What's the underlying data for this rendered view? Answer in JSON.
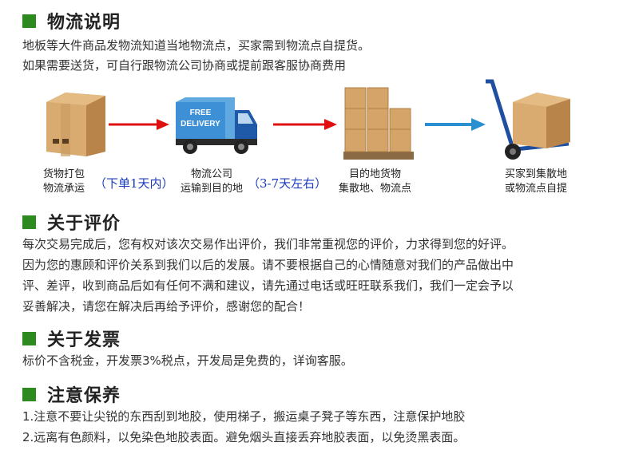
{
  "logistics": {
    "title": "物流说明",
    "lines": [
      "地板等大件商品发物流知道当地物流点，买家需到物流点自提货。",
      "如果需要送货，可自行跟物流公司协商或提前跟客服协商费用"
    ],
    "steps": [
      {
        "line1": "货物打包",
        "line2": "物流承运"
      },
      {
        "line1": "物流公司",
        "line2": "运输到目的地"
      },
      {
        "line1": "目的地货物",
        "line2": "集散地、物流点"
      },
      {
        "line1": "买家到集散地",
        "line2": "或物流点自提"
      }
    ],
    "notes": [
      "（下单1天内）",
      "（3-7天左右）"
    ],
    "truck_text": [
      "FREE",
      "DELIVERY"
    ]
  },
  "review": {
    "title": "关于评价",
    "lines": [
      "每次交易完成后，您有权对该次交易作出评价，我们非常重视您的评价，力求得到您的好评。",
      "因为您的惠顾和评价关系到我们以后的发展。请不要根据自己的心情随意对我们的产品做出中",
      "评、差评，收到商品后如有任何不满和建议，请先通过电话或旺旺联系我们，我们一定会予以",
      "妥善解决，请您在解决后再给予评价，感谢您的配合！"
    ]
  },
  "invoice": {
    "title": "关于发票",
    "lines": [
      "标价不含税金，开发票3%税点，开发局是免费的，详询客服。"
    ]
  },
  "care": {
    "title": "注意保养",
    "lines": [
      "1.注意不要让尖锐的东西刮到地胶，使用梯子，搬运桌子凳子等东西，注意保护地胶",
      "2.远离有色颜料，以免染色地胶表面。避免烟头直接丢弃地胶表面，以免烫黑表面。"
    ]
  },
  "colors": {
    "accent": "#2c8a1e",
    "note": "#1a3bbf",
    "red_arrow": "#e01010",
    "blue_arrow": "#2a8fd0"
  }
}
